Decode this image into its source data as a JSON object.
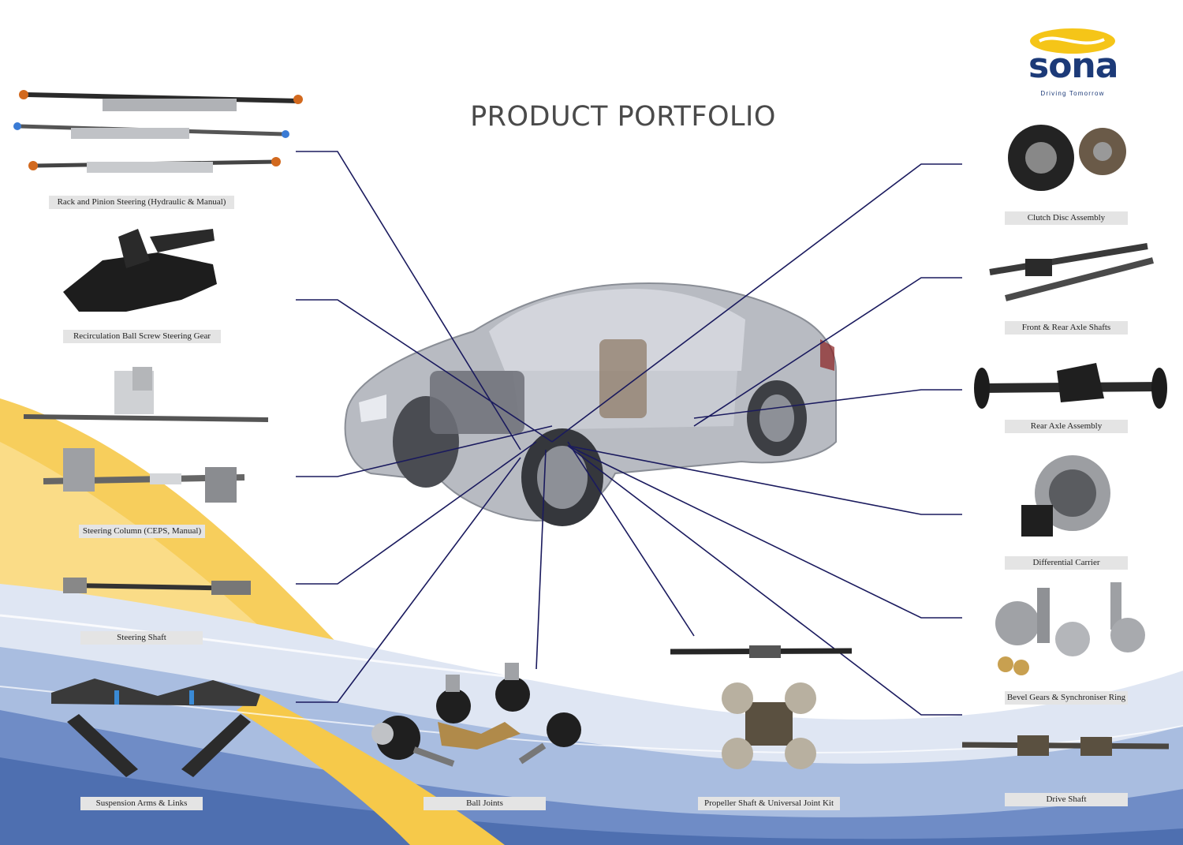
{
  "title": "PRODUCT PORTFOLIO",
  "brand": {
    "name": "sona",
    "tagline": "Driving Tomorrow",
    "color_primary": "#1c3a78",
    "color_swoosh": "#f5c518"
  },
  "colors": {
    "connector_line": "#1a1a5e",
    "label_bg": "#e4e4e4",
    "wave_yellow": "#f6c94a",
    "wave_blue": "#4e6fb0"
  },
  "products": {
    "rack_pinion": "Rack and Pinion Steering (Hydraulic & Manual)",
    "recirc_ball": "Recirculation Ball Screw Steering Gear",
    "steering_column": "Steering Column (CEPS, Manual)",
    "steering_shaft": "Steering Shaft",
    "suspension_arms": "Suspension Arms & Links",
    "ball_joints": "Ball Joints",
    "propeller_shaft": "Propeller Shaft & Universal Joint Kit",
    "clutch_disc": "Clutch Disc Assembly",
    "axle_shafts": "Front & Rear Axle Shafts",
    "rear_axle": "Rear Axle Assembly",
    "differential": "Differential Carrier",
    "bevel_gears": "Bevel Gears & Synchroniser Ring",
    "drive_shaft": "Drive Shaft"
  }
}
